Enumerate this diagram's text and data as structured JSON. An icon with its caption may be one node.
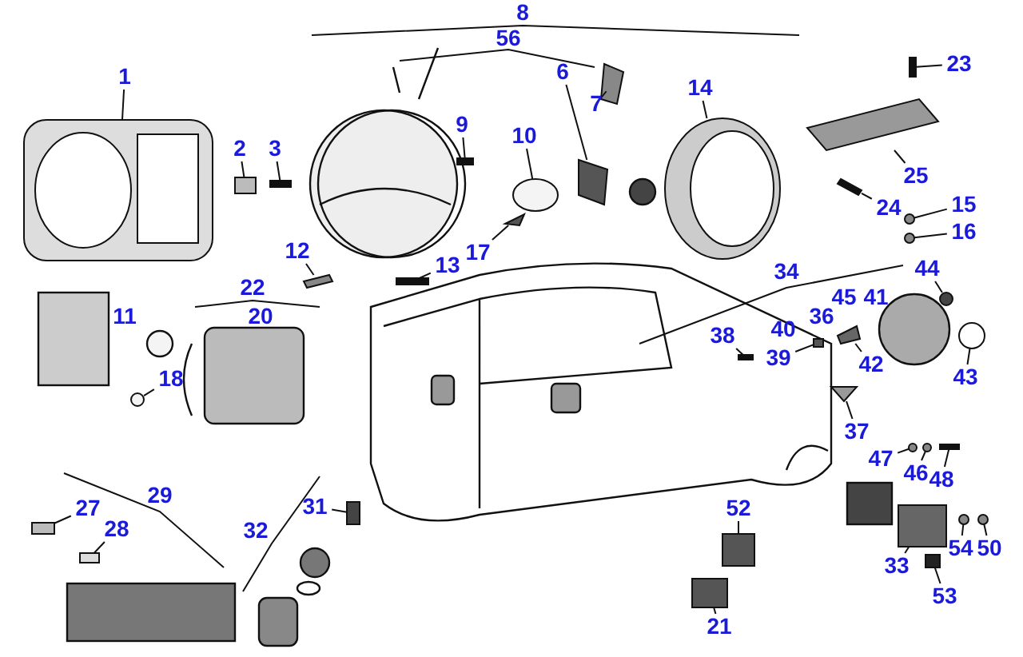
{
  "diagram": {
    "nodes": [
      {
        "text": [
          "1"
        ]
      },
      {
        "text": [
          "2"
        ]
      },
      {
        "text": [
          "3"
        ]
      },
      {
        "text": [
          "9"
        ]
      },
      {
        "text": [
          "10"
        ]
      },
      {
        "text": [
          "6"
        ]
      },
      {
        "text": [
          "7"
        ]
      },
      {
        "text": [
          "14"
        ]
      },
      {
        "text": [
          "23"
        ]
      },
      {
        "text": [
          "25"
        ]
      },
      {
        "text": [
          "24"
        ]
      },
      {
        "text": [
          "15"
        ]
      },
      {
        "text": [
          "16"
        ]
      },
      {
        "text": [
          "12"
        ]
      },
      {
        "text": [
          "13"
        ]
      },
      {
        "text": [
          "17"
        ]
      },
      {
        "text": [
          "44"
        ]
      },
      {
        "text": [
          "39"
        ]
      },
      {
        "text": [
          "38"
        ]
      },
      {
        "text": [
          "42"
        ]
      },
      {
        "text": [
          "43"
        ]
      },
      {
        "text": [
          "18"
        ]
      },
      {
        "text": [
          "37"
        ]
      },
      {
        "text": [
          "47"
        ]
      },
      {
        "text": [
          "46"
        ]
      },
      {
        "text": [
          "48"
        ]
      },
      {
        "text": [
          "54"
        ]
      },
      {
        "text": [
          "50"
        ]
      },
      {
        "text": [
          "27"
        ]
      },
      {
        "text": [
          "28"
        ]
      },
      {
        "text": [
          "31"
        ]
      },
      {
        "text": [
          "52"
        ]
      },
      {
        "text": [
          "33"
        ]
      },
      {
        "text": [
          "53"
        ]
      },
      {
        "text": [
          "21"
        ]
      },
      {
        "text": [],
        "shape": "picture"
      },
      {
        "text": [],
        "shape": "box"
      },
      {
        "text": [],
        "shape": "box"
      },
      {
        "text": [],
        "shape": "box"
      },
      {
        "text": [],
        "shape": "circle"
      },
      {
        "text": [],
        "shape": "picture"
      },
      {
        "text": [],
        "shape": "picture"
      },
      {
        "text": [],
        "shape": "picture"
      },
      {
        "text": [],
        "shape": "box"
      },
      {
        "text": [],
        "shape": "picture"
      },
      {
        "text": [],
        "shape": "picture"
      },
      {
        "text": [],
        "shape": "circle"
      },
      {
        "text": [],
        "shape": "circle"
      },
      {
        "text": [],
        "shape": "picture"
      },
      {
        "text": [],
        "shape": "box"
      },
      {
        "text": [],
        "shape": "picture"
      },
      {
        "text": [],
        "shape": "circle"
      },
      {
        "text": [],
        "shape": "box"
      },
      {
        "text": [],
        "shape": "box"
      },
      {
        "text": [],
        "shape": "picture"
      },
      {
        "text": [],
        "shape": "circle"
      },
      {
        "text": [],
        "shape": "circle"
      },
      {
        "text": [],
        "shape": "picture"
      },
      {
        "text": [],
        "shape": "circle"
      },
      {
        "text": [],
        "shape": "circle"
      },
      {
        "text": [],
        "shape": "box"
      },
      {
        "text": [],
        "shape": "circle"
      },
      {
        "text": [],
        "shape": "circle"
      },
      {
        "text": [],
        "shape": "box"
      },
      {
        "text": [],
        "shape": "box"
      },
      {
        "text": [],
        "shape": "box"
      },
      {
        "text": [],
        "shape": "box"
      },
      {
        "text": [],
        "shape": "box"
      },
      {
        "text": [],
        "shape": "box"
      },
      {
        "text": [],
        "shape": "box"
      }
    ],
    "edges": [
      {
        "from": 0,
        "to": 35,
        "arrow": "none"
      },
      {
        "from": 1,
        "to": 36,
        "arrow": "none"
      },
      {
        "from": 2,
        "to": 37,
        "arrow": "none"
      },
      {
        "from": 3,
        "to": 38,
        "arrow": "none"
      },
      {
        "from": 4,
        "to": 39,
        "arrow": "none"
      },
      {
        "from": 5,
        "to": 40,
        "arrow": "none"
      },
      {
        "from": 6,
        "to": 41,
        "arrow": "none"
      },
      {
        "from": 7,
        "to": 42,
        "arrow": "none"
      },
      {
        "from": 8,
        "to": 43,
        "arrow": "none"
      },
      {
        "from": 9,
        "to": 44,
        "arrow": "none"
      },
      {
        "from": 10,
        "to": 45,
        "arrow": "none"
      },
      {
        "from": 11,
        "to": 46,
        "arrow": "none"
      },
      {
        "from": 12,
        "to": 47,
        "arrow": "none"
      },
      {
        "from": 13,
        "to": 48,
        "arrow": "none"
      },
      {
        "from": 14,
        "to": 49,
        "arrow": "none"
      },
      {
        "from": 15,
        "to": 50,
        "arrow": "none"
      },
      {
        "from": 16,
        "to": 51,
        "arrow": "none"
      },
      {
        "from": 17,
        "to": 52,
        "arrow": "none"
      },
      {
        "from": 18,
        "to": 53,
        "arrow": "none"
      },
      {
        "from": 19,
        "to": 54,
        "arrow": "none"
      },
      {
        "from": 20,
        "to": 55,
        "arrow": "none"
      },
      {
        "from": 21,
        "to": 56,
        "arrow": "none"
      },
      {
        "from": 22,
        "to": 57,
        "arrow": "none"
      },
      {
        "from": 23,
        "to": 58,
        "arrow": "none"
      },
      {
        "from": 24,
        "to": 59,
        "arrow": "none"
      },
      {
        "from": 25,
        "to": 60,
        "arrow": "none"
      },
      {
        "from": 26,
        "to": 61,
        "arrow": "none"
      },
      {
        "from": 27,
        "to": 62,
        "arrow": "none"
      },
      {
        "from": 28,
        "to": 63,
        "arrow": "none"
      },
      {
        "from": 29,
        "to": 64,
        "arrow": "none"
      },
      {
        "from": 30,
        "to": 65,
        "arrow": "none"
      },
      {
        "from": 31,
        "to": 66,
        "arrow": "none"
      },
      {
        "from": 32,
        "to": 67,
        "arrow": "none"
      },
      {
        "from": 33,
        "to": 68,
        "arrow": "none"
      },
      {
        "from": 34,
        "to": 69,
        "arrow": "none"
      }
    ],
    "labels": [
      "8",
      "56",
      "22",
      "11",
      "20",
      "34",
      "45",
      "41",
      "40",
      "36",
      "29",
      "32"
    ]
  }
}
